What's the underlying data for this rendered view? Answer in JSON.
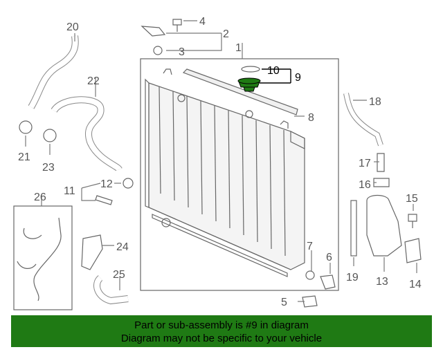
{
  "diagram": {
    "highlight_color": "#1f7a14",
    "line_color": "#555555",
    "callouts": [
      "1",
      "2",
      "3",
      "4",
      "5",
      "6",
      "7",
      "8",
      "9",
      "10",
      "11",
      "12",
      "13",
      "14",
      "15",
      "16",
      "17",
      "18",
      "19",
      "20",
      "21",
      "22",
      "23",
      "24",
      "25",
      "26"
    ]
  },
  "banner": {
    "line1": "Part or sub-assembly is #9 in diagram",
    "line2": "Diagram may not be specific to your vehicle",
    "background": "#1f7a14"
  }
}
